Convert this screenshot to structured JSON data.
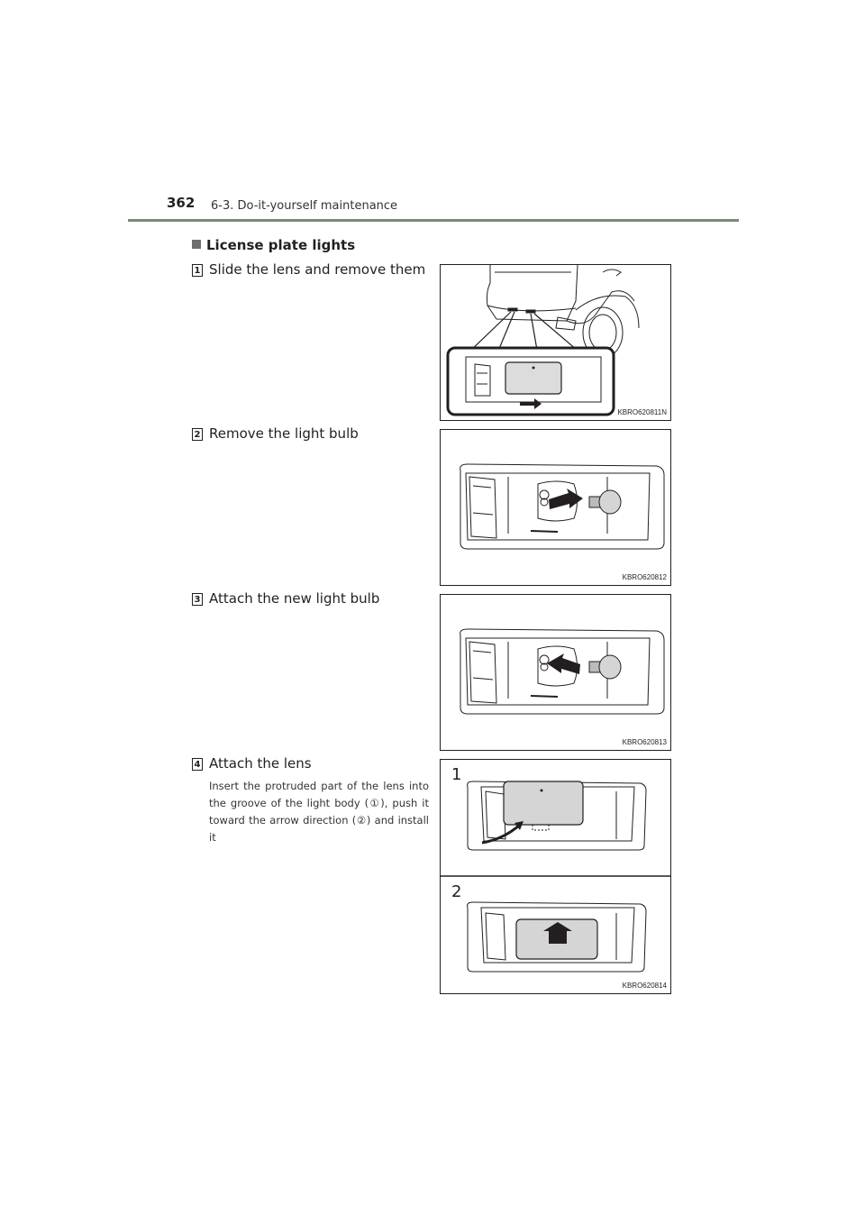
{
  "header": {
    "page_number": "362",
    "section": "6-3. Do-it-yourself maintenance"
  },
  "heading": "License plate lights",
  "steps": [
    {
      "number": "1",
      "text": "Slide the lens and remove them"
    },
    {
      "number": "2",
      "text": "Remove the light bulb"
    },
    {
      "number": "3",
      "text": "Attach the new light bulb"
    },
    {
      "number": "4",
      "text": "Attach the lens",
      "note": "Insert the protruded part of the lens into the groove of the light body (①), push it toward the arrow direction (②) and install it"
    }
  ],
  "figures": [
    {
      "code": "KBRO620811N"
    },
    {
      "code": "KBRO620812"
    },
    {
      "code": "KBRO620813"
    },
    {
      "code": "KBRO620814",
      "callouts": [
        "1",
        "2"
      ]
    }
  ]
}
